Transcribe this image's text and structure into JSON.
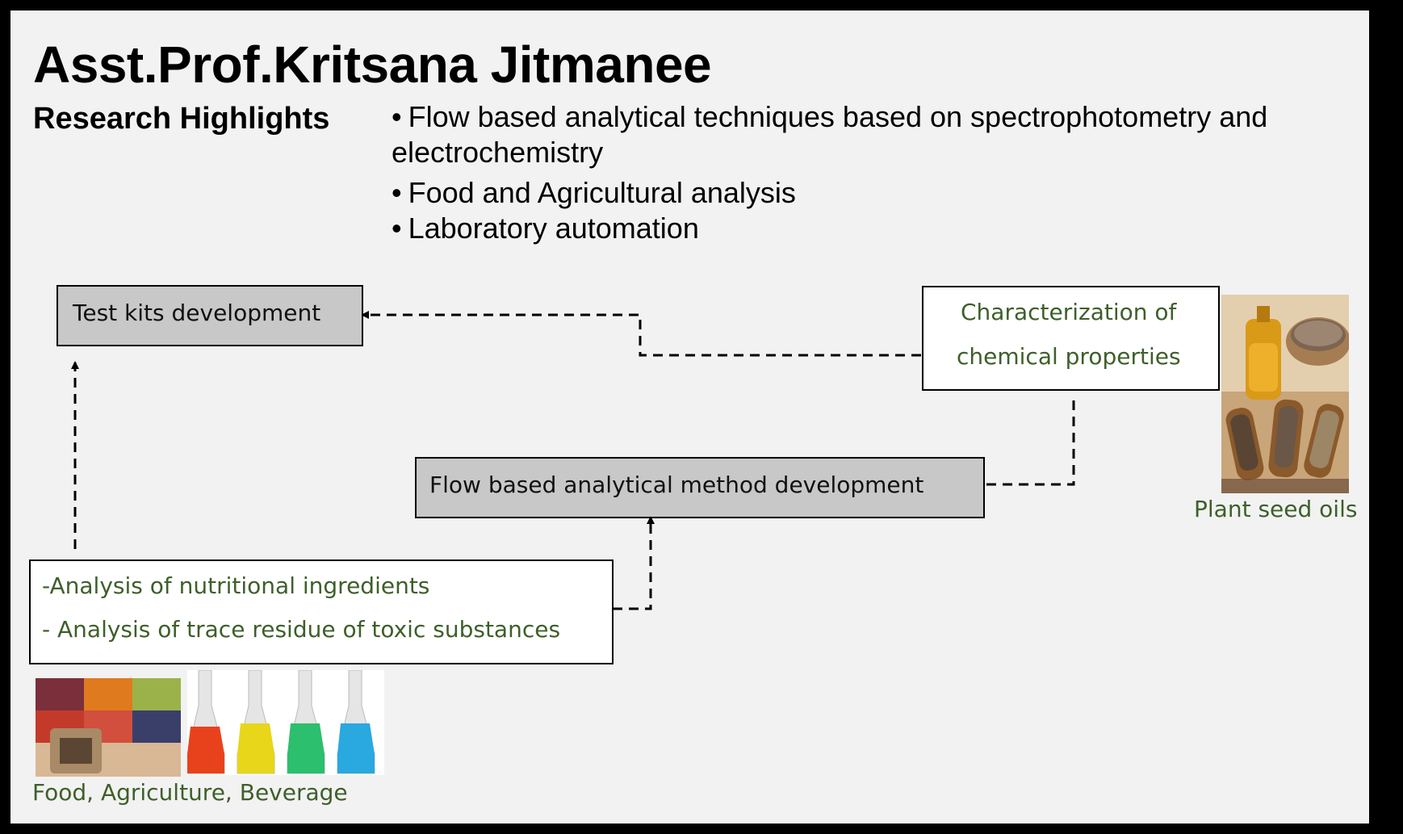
{
  "title": "Asst.Prof.Kritsana Jitmanee",
  "subtitle": "Research Highlights",
  "highlights": [
    "Flow based analytical techniques based on spectrophotometry and electrochemistry",
    "Food and Agricultural analysis",
    "Laboratory automation"
  ],
  "bullet_symbol": "•",
  "boxes": {
    "test_kits": "Test kits development",
    "characterization_line1": "Characterization of",
    "characterization_line2": "chemical properties",
    "flow_method": "Flow based analytical method development",
    "analysis_line1": "-Analysis of nutritional ingredients",
    "analysis_line2": "- Analysis of trace residue of toxic substances"
  },
  "captions": {
    "plant_seed_oils": "Plant seed oils",
    "food_agri_beverage": "Food, Agriculture, Beverage"
  },
  "images": {
    "seeds_oil": "seeds-and-oil-photo",
    "food_market": "food-market-photo",
    "beverage_bottles": "colored-beverage-bottles-photo"
  },
  "colors": {
    "background": "#f2f2f2",
    "frame": "#000000",
    "grey_box": "#c8c8c8",
    "green_text": "#3e5f2a"
  }
}
